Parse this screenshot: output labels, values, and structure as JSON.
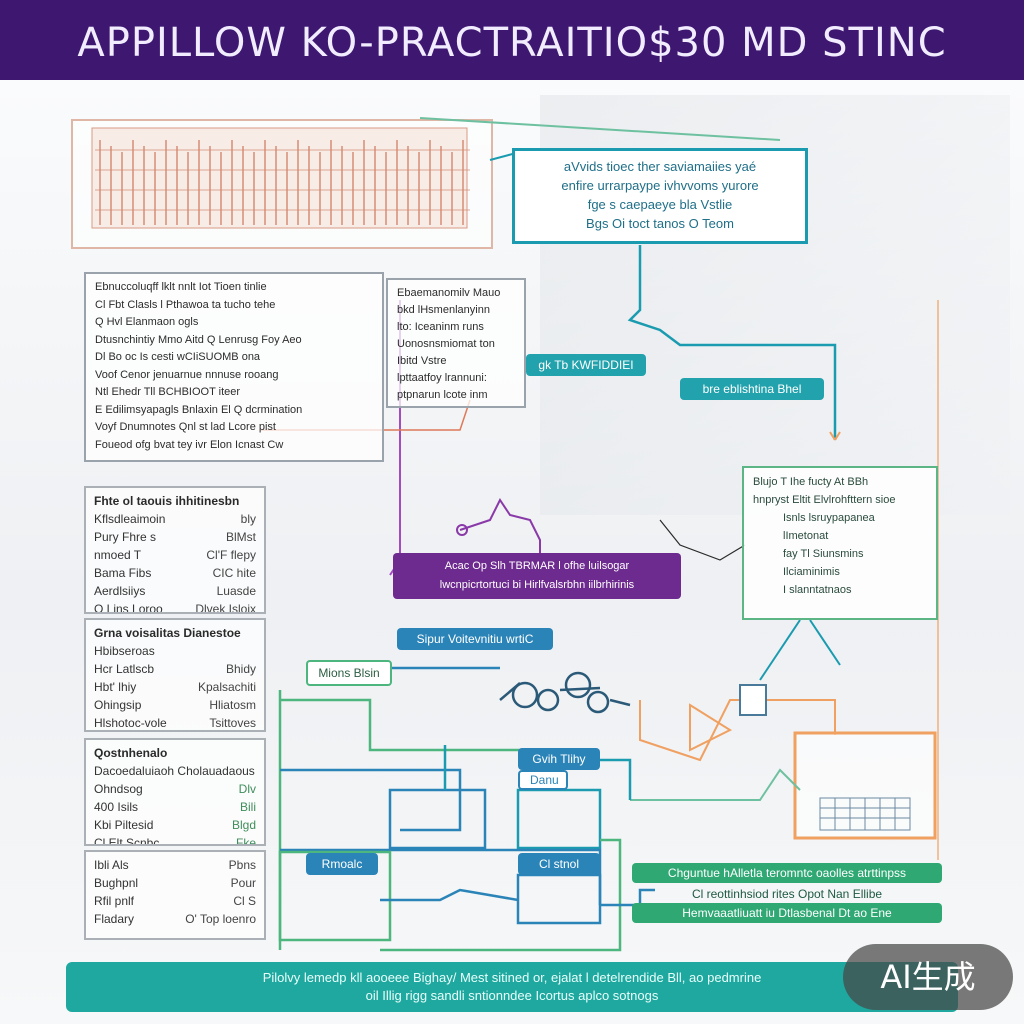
{
  "banner": {
    "title": "APPILLOW KO-PRACTRAITIO$30 MD STINC"
  },
  "boxes": {
    "top_note": [
      "aVvids tioec ther saviamaiies yaé",
      "enfire urrarpaype ivhvvoms yurore",
      "fge s caepaeye bla Vstlie",
      "Bgs Oi toct tanos O Teom"
    ],
    "left_note": [
      "Ebnuccoluqff lklt nnlt Iot Tioen tinlie",
      "Cl Fbt Clasls l Pthawoa ta tucho tehe",
      "Q  Hvl Elanmaon ogls",
      "Dtusnchintiy Mmo Aitd Q Lenrusg Foy Aeo",
      "Dl Bo oc Is cesti wCIiSUOMB ona",
      "Voof Cenor jenuarnue nnnuse rooang",
      "Ntl Ehedr Tll BCHBIOOT iteer",
      "E Edilimsyapagls Bnlaxin El Q dcrmination",
      "Voyf Dnumnotes Qnl st lad Lcore pist",
      "Foueod ofg bvat tey ivr Elon Icnast Cw"
    ],
    "mid_note": [
      "Ebaemanomilv Mauo",
      "bkd lHsmenlanyinn",
      "lto: Iceaninm runs",
      "Uonosnsmiomat ton",
      "Ibitd Vstre",
      "lpttaatfoy lrannuni:",
      "ptpnarun lcote inm"
    ],
    "right_note": [
      "Blujo T Ihe fucty At BBh",
      "hnpryst Eltit Elvlrohfttern sioe",
      "Isnls lsruypapanea",
      "lImetonat",
      "fay Tl Siunsmins",
      "Ilciaminimis",
      "I slanntatnaos"
    ],
    "bottom_note": [
      "Chguntue hAlletla teromntc oaolles atrttinpss",
      "Cl reottinhsiod rites Opot Nan Ellibe",
      "Hemvaaatliuatt iu Dtlasbenal Dt ao Ene"
    ]
  },
  "pills": {
    "id_label": "gk Tb KWFIDDIEI",
    "blisting": "bre eblishtina Bhel",
    "purple_caption": [
      "Acac Op Slh TBRMAR l ofhe luilsogar",
      "lwcnpicrtortuci bi Hirlfvalsrbhn iilbrhirinis"
    ],
    "top_flow": "Sipur Voitevnitiu wrtiC",
    "green_tag": "Mions Blsin",
    "node_a_top": "Gvih Tlihy",
    "node_a_bottom": "Danu",
    "node_b_left": "Rmoalc",
    "node_b_right": "Cl stnol"
  },
  "side_panels": [
    {
      "header": "Fhte ol taouis ihhitinesbn",
      "rows": [
        [
          "Kflsdleaimoin",
          "bly"
        ],
        [
          "Pury Fhre s",
          "BlMst"
        ],
        [
          "nmoed T",
          "Cl'F flepy"
        ],
        [
          "Bama Fibs",
          "CIC hite"
        ],
        [
          "Aerdlsiiys",
          "Luasde"
        ],
        [
          "O Lins Loroo",
          "Dlvek Isloix"
        ]
      ]
    },
    {
      "header": "Grna voisalitas Dianestoe",
      "rows": [
        [
          "Hbibseroas",
          ""
        ],
        [
          "Hcr Latlscb",
          "Bhidy"
        ],
        [
          "Hbt' lhiy",
          "Kpalsachiti"
        ],
        [
          "Ohingsip",
          "Hliatosm"
        ],
        [
          "Hlshotoc-vole",
          "Tsittoves"
        ]
      ]
    },
    {
      "header": "Qostnhenalo",
      "rows": [
        [
          "Dacoedaluiaoh Cholauadaous",
          ""
        ],
        [
          "Ohndsog",
          "Dlv"
        ],
        [
          "400 Isils",
          "Bili"
        ],
        [
          "Kbi Piltesid",
          "Blgd"
        ],
        [
          "Cl Elt Scnbc.",
          "Fke"
        ]
      ],
      "green": true
    },
    {
      "header": "",
      "rows": [
        [
          "Ibli Als",
          "Pbns"
        ],
        [
          "Bughpnl",
          "Pour"
        ],
        [
          "Rfil pnlf",
          "Cl S"
        ],
        [
          "Fladary",
          "O' Top loenro"
        ]
      ]
    }
  ],
  "footer": {
    "line1": "Pilolvy lemedp kll aooeee Bighay/ Mest sitined or, ejalat l detelrendide Bll, ao pedmrine",
    "line2": "oil Illig rigg sandli sntionndee Icortus aplco sotnogs"
  },
  "watermark": "AI生成",
  "colors": {
    "banner": "#3d1770",
    "teal": "#1a9bb0",
    "green": "#4db57e",
    "purple": "#6e2b8f",
    "orange": "#f0a060"
  }
}
